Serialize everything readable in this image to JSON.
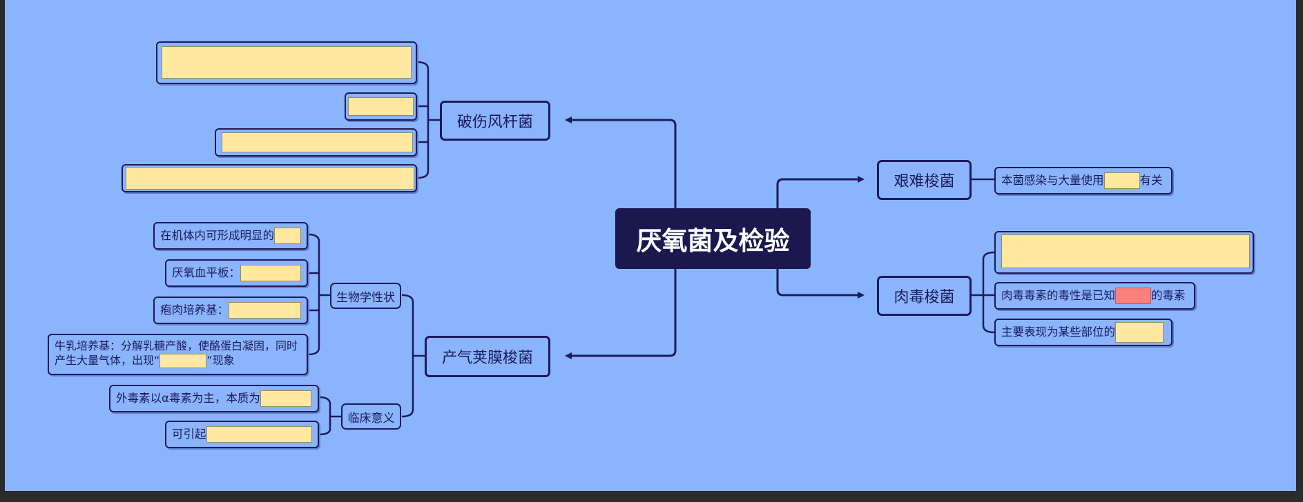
{
  "root": {
    "label": "厌氧菌及检验"
  },
  "branches": {
    "tetanus": {
      "label": "破伤风杆菌"
    },
    "perfringens": {
      "label": "产气荚膜梭菌",
      "bio": {
        "label": "生物学性状",
        "items": [
          {
            "text": "在机体内可形成明显的"
          },
          {
            "text": "厌氧血平板："
          },
          {
            "text": "疱肉培养基："
          },
          {
            "text_before": "牛乳培养基：分解乳糖产酸，使酪蛋白凝固，同时产生大量气体，出现“",
            "text_after": "”现象"
          }
        ]
      },
      "clinical": {
        "label": "临床意义",
        "items": [
          {
            "text": "外毒素以α毒素为主，本质为"
          },
          {
            "text": "可引起"
          }
        ]
      }
    },
    "difficile": {
      "label": "艰难梭菌",
      "items": [
        {
          "text_before": "本菌感染与大量使用",
          "text_after": "有关"
        }
      ]
    },
    "botulinum": {
      "label": "肉毒梭菌",
      "items": [
        {
          "text_before": "肉毒毒素的毒性是已知",
          "text_after": "的毒素"
        },
        {
          "text": "主要表现为某些部位的"
        }
      ]
    }
  },
  "colors": {
    "background": "#8ab4fd",
    "root_fill": "#1b1850",
    "line": "#1c1a5a",
    "blank_fill": "#ffe9a0",
    "highlight_fill": "#fb807e"
  }
}
